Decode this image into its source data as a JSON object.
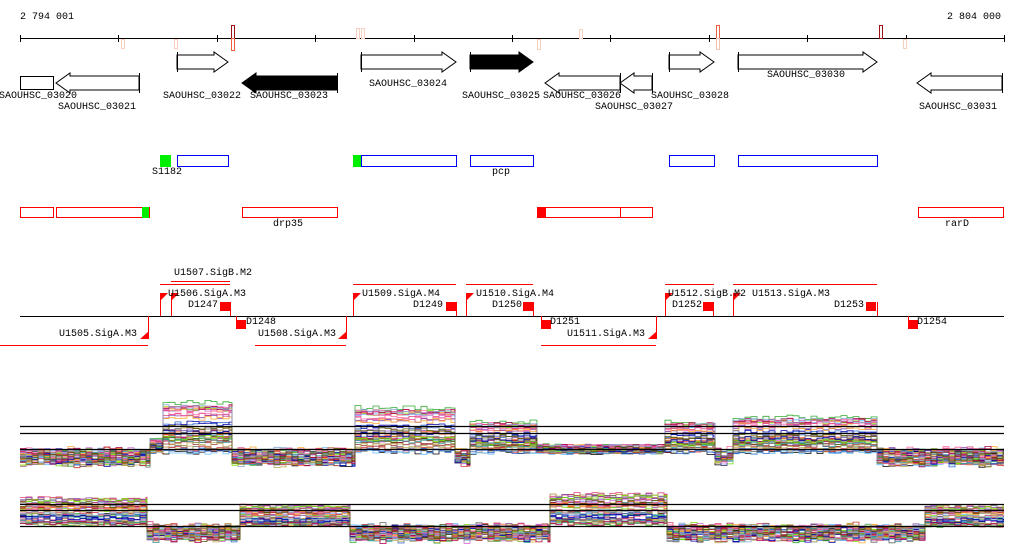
{
  "ruler": {
    "start_label": "2 794 001",
    "end_label": "2 804 000"
  },
  "genes": [
    {
      "name": "SAOUHSC_03020",
      "strand": "none"
    },
    {
      "name": "SAOUHSC_03021",
      "strand": "-"
    },
    {
      "name": "SAOUHSC_03022",
      "strand": "+"
    },
    {
      "name": "SAOUHSC_03023",
      "strand": "-",
      "highlight": true
    },
    {
      "name": "SAOUHSC_03024",
      "strand": "+"
    },
    {
      "name": "SAOUHSC_03025",
      "strand": "+",
      "highlight": true
    },
    {
      "name": "SAOUHSC_03026",
      "strand": "-"
    },
    {
      "name": "SAOUHSC_03027",
      "strand": "-"
    },
    {
      "name": "SAOUHSC_03028",
      "strand": "+"
    },
    {
      "name": "SAOUHSC_03030",
      "strand": "+"
    },
    {
      "name": "SAOUHSC_03031",
      "strand": "-"
    }
  ],
  "forward_track": {
    "labels": [
      "S1182",
      "pcp"
    ]
  },
  "reverse_track": {
    "labels": [
      "drp35",
      "rarD"
    ]
  },
  "promoters": [
    "U1505.SigA.M3",
    "U1506.SigA.M3",
    "U1507.SigB.M2",
    "D1247",
    "D1248",
    "U1508.SigA.M3",
    "U1509.SigA.M4",
    "D1249",
    "U1510.SigA.M4",
    "D1250",
    "D1251",
    "U1511.SigA.M3",
    "U1512.SigB.M2",
    "D1252",
    "U1513.SigA.M3",
    "D1253",
    "D1254"
  ],
  "colors": {
    "forward": "#0000ff",
    "reverse": "#ff0000",
    "start": "#00ee00",
    "promoter": "#ff0000"
  }
}
